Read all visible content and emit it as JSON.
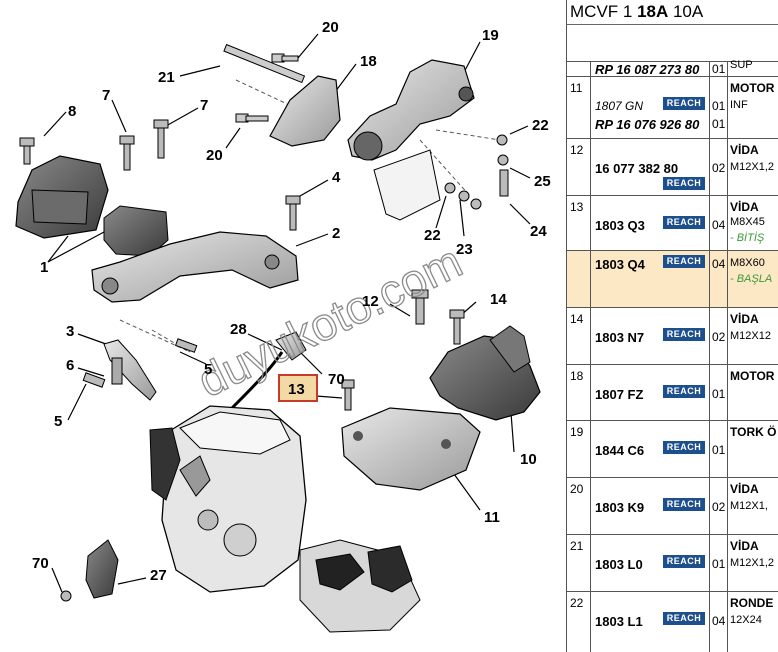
{
  "diagram": {
    "callouts": [
      "20",
      "21",
      "18",
      "19",
      "8",
      "7",
      "7",
      "22",
      "20",
      "4",
      "2",
      "25",
      "22",
      "1",
      "23",
      "24",
      "12",
      "14",
      "28",
      "3",
      "6",
      "70",
      "5",
      "13",
      "5",
      "10",
      "11",
      "70",
      "27"
    ],
    "highlighted_callout": "13",
    "watermark": "duyukoto.com"
  },
  "panel": {
    "header_prefix": "MCVF 1 ",
    "header_bold": "18A",
    "header_suffix": " 10A",
    "rows": [
      {
        "num": "",
        "ref": "RP 16 087 273 80",
        "ref2": "",
        "qty": "01",
        "desc1": "",
        "desc2": "SUP",
        "desc3": "",
        "reach": ""
      },
      {
        "num": "11",
        "ref": "RP 16 076 926 80",
        "ref2": "1807 GN",
        "qty": "01",
        "desc1": "MOTOR",
        "desc2": "INF",
        "desc3": "",
        "reach": "REACH"
      },
      {
        "num": "12",
        "ref": "16 077 382 80",
        "ref2": "",
        "qty": "02",
        "desc1": "VİDA",
        "desc2": "M12X1,2",
        "desc3": "",
        "reach": "REACH"
      },
      {
        "num": "13",
        "ref": "1803 Q3",
        "ref2": "",
        "qty": "04",
        "desc1": "VİDA",
        "desc2": "M8X45",
        "desc3": "- BİTİŞ",
        "reach": "REACH"
      },
      {
        "num": "",
        "ref": "1803 Q4",
        "ref2": "",
        "qty": "04",
        "desc1": "",
        "desc2": "M8X60",
        "desc3": "- BAŞLA",
        "reach": "REACH"
      },
      {
        "num": "14",
        "ref": "1803 N7",
        "ref2": "",
        "qty": "02",
        "desc1": "VİDA",
        "desc2": "M12X12",
        "desc3": "",
        "reach": "REACH"
      },
      {
        "num": "18",
        "ref": "1807 FZ",
        "ref2": "",
        "qty": "01",
        "desc1": "MOTOR",
        "desc2": "",
        "desc3": "",
        "reach": "REACH"
      },
      {
        "num": "19",
        "ref": "1844 C6",
        "ref2": "",
        "qty": "01",
        "desc1": "TORK Ö",
        "desc2": "",
        "desc3": "",
        "reach": "REACH"
      },
      {
        "num": "20",
        "ref": "1803 K9",
        "ref2": "",
        "qty": "02",
        "desc1": "VİDA",
        "desc2": "M12X1,",
        "desc3": "",
        "reach": "REACH"
      },
      {
        "num": "21",
        "ref": "1803 L0",
        "ref2": "",
        "qty": "01",
        "desc1": "VİDA",
        "desc2": "M12X1,2",
        "desc3": "",
        "reach": "REACH"
      },
      {
        "num": "22",
        "ref": "1803 L1",
        "ref2": "",
        "qty": "04",
        "desc1": "RONDE",
        "desc2": "12X24",
        "desc3": "",
        "reach": "REACH"
      }
    ]
  }
}
